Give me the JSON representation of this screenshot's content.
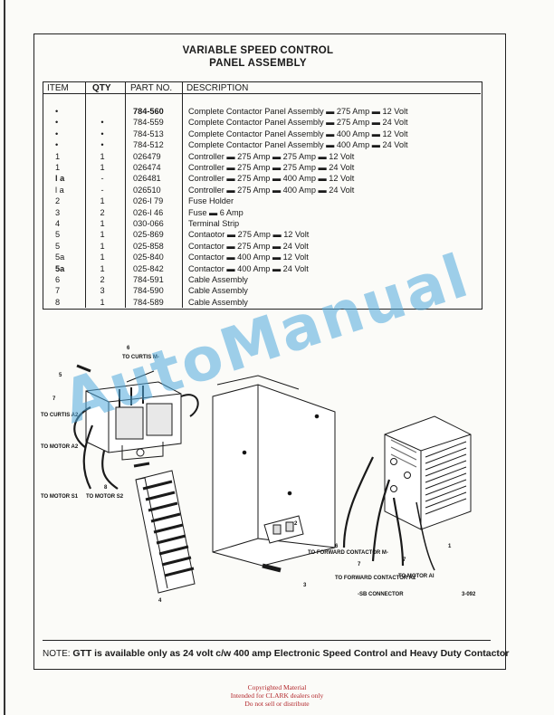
{
  "title": {
    "line1": "VARIABLE SPEED CONTROL",
    "line2": "PANEL ASSEMBLY"
  },
  "table": {
    "headers": {
      "item": "ITEM",
      "qty": "QTY",
      "part": "PART NO.",
      "desc": "DESCRIPTION"
    },
    "rows": [
      {
        "item": "•",
        "qty": "",
        "part": "784-560",
        "desc": "Complete Contactor Panel Assembly ▬ 275 Amp ▬ 12 Volt",
        "bold_part": true
      },
      {
        "item": "•",
        "qty": "•",
        "part": "784-559",
        "desc": "Complete Contactor Panel Assembly ▬ 275 Amp ▬ 24 Volt"
      },
      {
        "item": "•",
        "qty": "•",
        "part": "784-513",
        "desc": "Complete Contactor Panel Assembly ▬ 400 Amp ▬ 12 Volt"
      },
      {
        "item": "•",
        "qty": "•",
        "part": "784-512",
        "desc": "Complete Contactor Panel Assembly ▬ 400 Amp ▬ 24 Volt"
      },
      {
        "item": "1",
        "qty": "1",
        "part": "026479",
        "desc": "Controller ▬ 275 Amp ▬ 275 Amp ▬ 12 Volt"
      },
      {
        "item": "1",
        "qty": "1",
        "part": "026474",
        "desc": "Controller ▬ 275 Amp ▬ 275 Amp ▬ 24 Volt"
      },
      {
        "item": "l a",
        "qty": "-",
        "part": "026481",
        "desc": "Controller ▬ 275 Amp ▬ 400 Amp ▬ 12 Volt",
        "bold_item": true
      },
      {
        "item": "l a",
        "qty": "-",
        "part": "026510",
        "desc": "Controller ▬ 275 Amp ▬ 400 Amp ▬ 24 Volt"
      },
      {
        "item": "2",
        "qty": "1",
        "part": "026-l 79",
        "desc": "Fuse Holder"
      },
      {
        "item": "3",
        "qty": "2",
        "part": "026-l 46",
        "desc": "Fuse ▬ 6 Amp"
      },
      {
        "item": "4",
        "qty": "1",
        "part": "030-066",
        "desc": "Terminal Strip"
      },
      {
        "item": "5",
        "qty": "1",
        "part": "025-869",
        "desc": "Contaotor ▬ 275 Amp ▬ 12 Volt"
      },
      {
        "item": "5",
        "qty": "1",
        "part": "025-858",
        "desc": "Contactor ▬ 275 Amp ▬ 24 Volt"
      },
      {
        "item": "5a",
        "qty": "1",
        "part": "025-840",
        "desc": "Contactor ▬ 400 Amp ▬ 12 Volt"
      },
      {
        "item": "5a",
        "qty": "1",
        "part": "025-842",
        "desc": "Contactor ▬ 400 Amp ▬ 24 Volt",
        "bold_item": true
      },
      {
        "item": "6",
        "qty": "2",
        "part": "784-591",
        "desc": "Cable Assembly"
      },
      {
        "item": "7",
        "qty": "3",
        "part": "784-590",
        "desc": "Cable Assembly"
      },
      {
        "item": "8",
        "qty": "1",
        "part": "784-589",
        "desc": "Cable Assembly"
      }
    ]
  },
  "diagram": {
    "labels": {
      "to_curtis_m": "TO CURTIS M-",
      "to_curtis_a2": "TO CURTIS A2",
      "to_motor_a2": "TO MOTOR A2",
      "to_motor_s1": "TO MOTOR S1",
      "to_motor_s2": "TO MOTOR S2",
      "to_forward_contactor_m": "TO FORWARD CONTACTOR M-",
      "to_forward_contactor_a2": "TO FORWARD CONTACTOR A2",
      "to_motor_a1": "TO MOTOR AI",
      "sb_connector": "-SB CONNECTOR",
      "figure_no": "3-092",
      "callouts": [
        "6",
        "5",
        "7",
        "8",
        "4",
        "2",
        "3",
        "1",
        "7",
        "7",
        "6",
        "8"
      ]
    }
  },
  "watermark": "AutoManual",
  "note": {
    "prefix": "NOTE:",
    "model": "GTT",
    "text1": "is available only as 24 volt",
    "cw": "c/w",
    "amps": "400",
    "text2": "amp Electronic Speed Control and Heavy Duty Contactor"
  },
  "copyright": {
    "line1": "Copyrighted Material",
    "line2": "Intended for CLARK dealers only",
    "line3": "Do not sell or distribute"
  }
}
